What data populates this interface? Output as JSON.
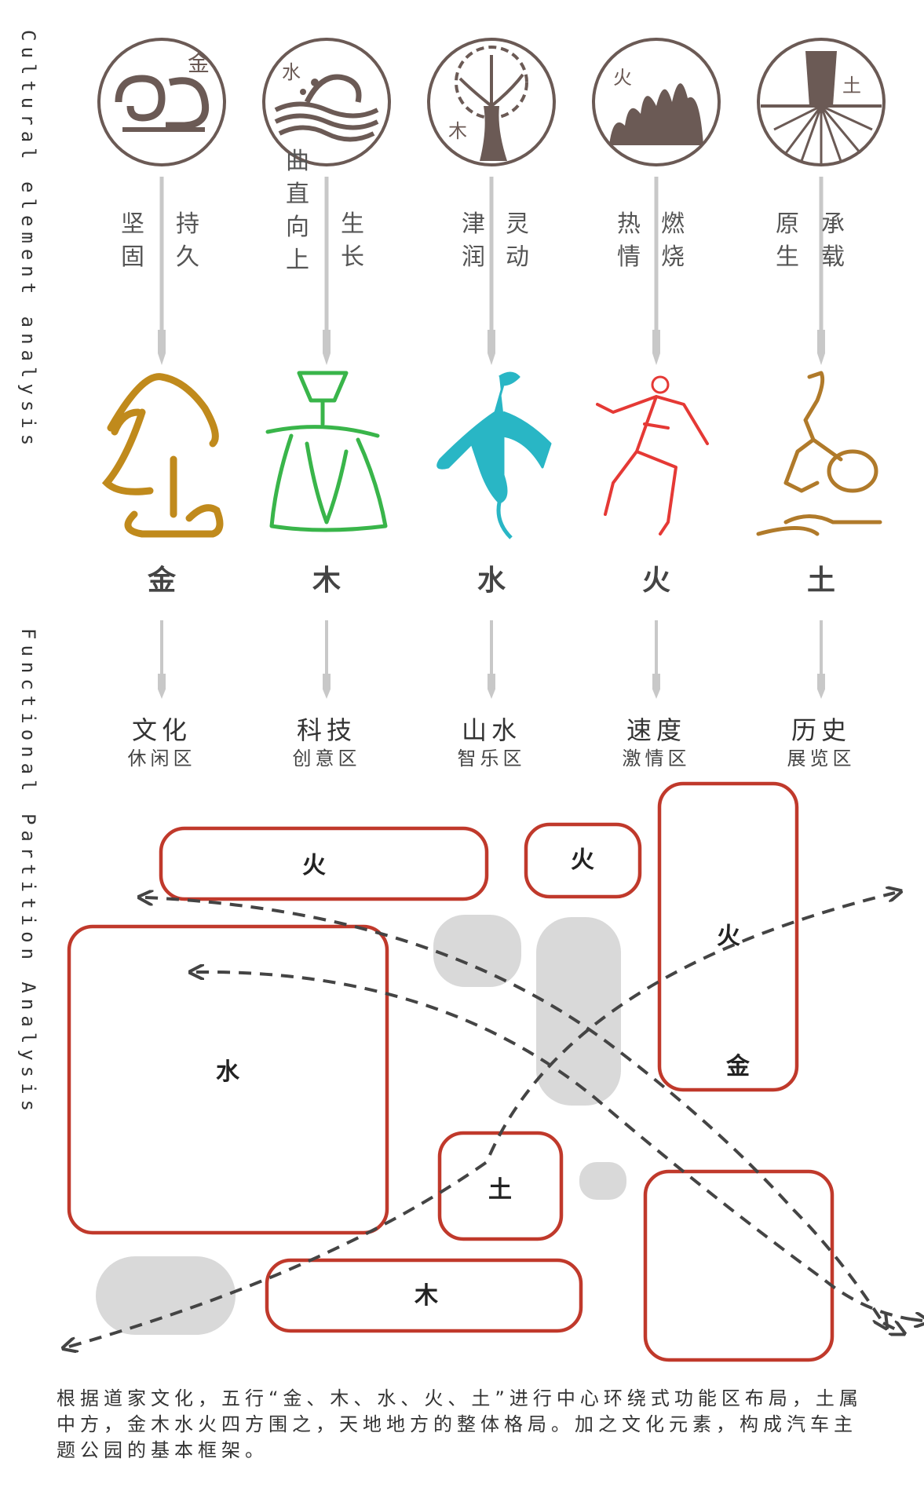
{
  "side_labels": {
    "cultural": "Cultural element analysis",
    "functional": "Functional Partition Analysis"
  },
  "elements": [
    {
      "seal_glyph": "金",
      "attributes_left": "坚固",
      "attributes_right": "持久",
      "character": "金",
      "zone_name": "文化",
      "zone_sub": "休闲区",
      "color": "#c08a1c"
    },
    {
      "seal_glyph": "水",
      "attributes_left": "曲直向上",
      "attributes_right": "生长",
      "character": "木",
      "zone_name": "科技",
      "zone_sub": "创意区",
      "color": "#39b54a"
    },
    {
      "seal_glyph": "木",
      "attributes_left": "津润",
      "attributes_right": "灵动",
      "character": "水",
      "zone_name": "山水",
      "zone_sub": "智乐区",
      "color": "#29b6c5"
    },
    {
      "seal_glyph": "火",
      "attributes_left": "热情",
      "attributes_right": "燃烧",
      "character": "火",
      "zone_name": "速度",
      "zone_sub": "激情区",
      "color": "#e53935"
    },
    {
      "seal_glyph": "土",
      "attributes_left": "原生",
      "attributes_right": "承载",
      "character": "土",
      "zone_name": "历史",
      "zone_sub": "展览区",
      "color": "#b07a2a"
    }
  ],
  "diagram": {
    "zones": [
      {
        "label": "火"
      },
      {
        "label": "火"
      },
      {
        "label": "火"
      },
      {
        "label": "水"
      },
      {
        "label": "土"
      },
      {
        "label": "金"
      },
      {
        "label": "木"
      }
    ],
    "zone_border_color": "#c0392b",
    "blob_color": "#d9d9d9"
  },
  "caption": "根据道家文化，五行“金、木、水、火、土”进行中心环绕式功能区布局，土属中方，金木水火四方围之，天地地方的整体格局。加之文化元素，构成汽车主题公园的基本框架。"
}
